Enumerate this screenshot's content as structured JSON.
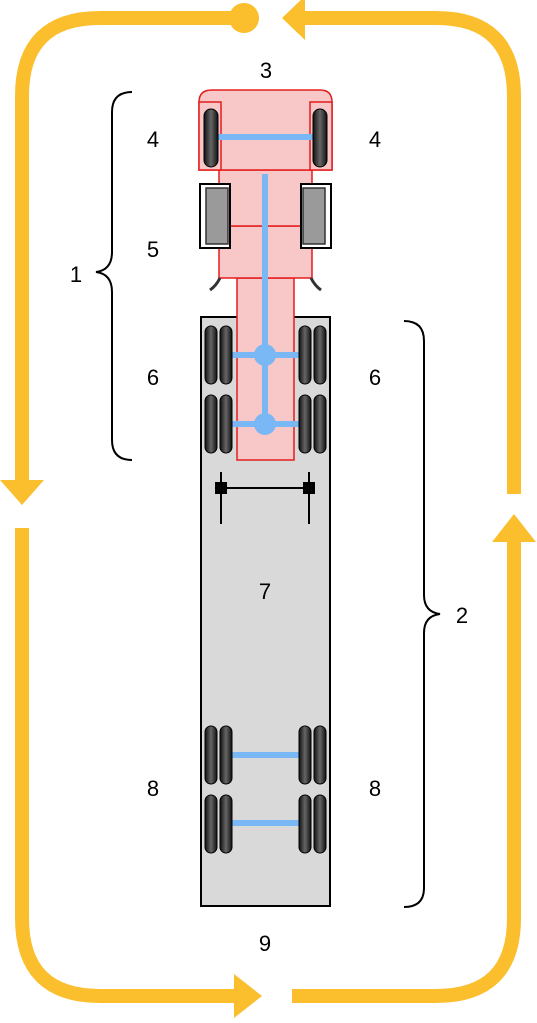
{
  "labels": {
    "top": "3",
    "tractor_brace": "1",
    "trailer_brace": "2",
    "front_left": "4",
    "front_right": "4",
    "middle": "5",
    "drive_left": "6",
    "drive_right": "6",
    "trailer_body": "7",
    "rear_left": "8",
    "rear_right": "8",
    "bottom": "9"
  },
  "colors": {
    "arrow": "#fbbf2d",
    "tractor_fill": "#f8c8c8",
    "tractor_stroke": "#e41d1d",
    "trailer_fill": "#d9d9d9",
    "axle": "#7ab8f5",
    "tire": "#2b2b2b",
    "fuel_tank": "#9a9a9a"
  }
}
